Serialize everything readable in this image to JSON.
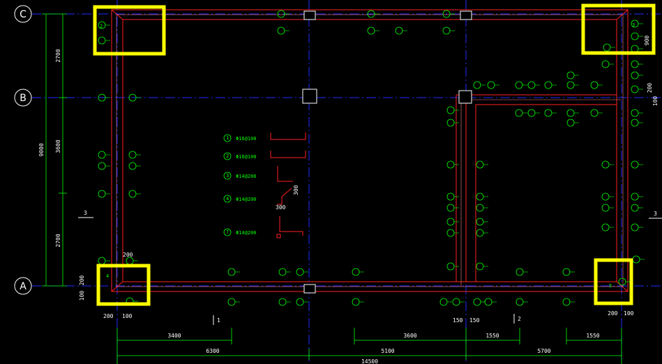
{
  "grid_axes": {
    "C": "C",
    "B": "B",
    "A": "A",
    "one": "1",
    "two": "2",
    "three": "3"
  },
  "dims_left": {
    "top": "2700",
    "mid": "3600",
    "bot": "2700",
    "total": "9000",
    "base1": "200",
    "base2": "100"
  },
  "dims_bottom": {
    "a": "3400",
    "b": "3600",
    "c": "1550",
    "d": "1550",
    "e": "6300",
    "f": "5100",
    "g": "5700",
    "h": "14500",
    "w1": "200",
    "w2": "100",
    "w3": "150",
    "w4": "150",
    "w5": "200",
    "w6": "100"
  },
  "dims_right": {
    "r1": "900",
    "r2": "200",
    "r3": "100"
  },
  "legend": [
    {
      "num": "1",
      "label": "Φ16@100"
    },
    {
      "num": "2",
      "label": "Φ16@100"
    },
    {
      "num": "3",
      "label": "Φ14@200"
    },
    {
      "num": "4",
      "label": "Φ14@200"
    },
    {
      "num": "7",
      "label": "Φ14@200"
    }
  ],
  "legend_dims": {
    "hook1": "300",
    "hook2": "300"
  },
  "corner_labels": {
    "tl": "2",
    "tr": "3",
    "bl": "4",
    "br": "5"
  },
  "colors": {
    "bg": "#000000",
    "beam": "#ff2020",
    "axis": "#0000ff",
    "tag": "#00ff00",
    "highlight": "#ffff00"
  }
}
